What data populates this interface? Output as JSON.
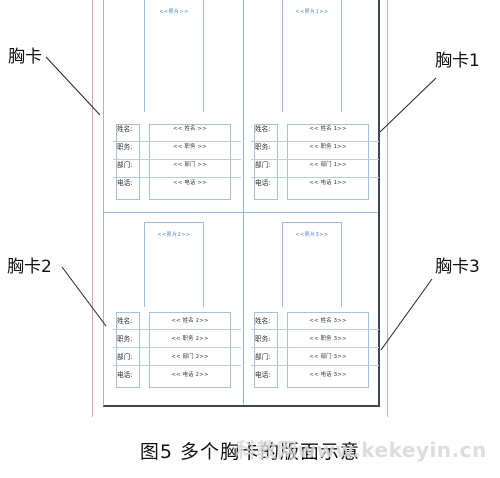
{
  "callouts": {
    "top_left": "胸卡",
    "top_right": "胸卡1",
    "bottom_left": "胸卡2",
    "bottom_right": "胸卡3"
  },
  "cards": [
    {
      "photo_field": "<<照片>>",
      "labels": [
        "姓名:",
        "职务:",
        "部门:",
        "电话:"
      ],
      "values": [
        "<< 姓名 >>",
        "<< 职务 >>",
        "<< 部门 >>",
        "<< 电话 >>"
      ]
    },
    {
      "photo_field": "<<照片1>>",
      "labels": [
        "姓名:",
        "职务:",
        "部门:",
        "电话:"
      ],
      "values": [
        "<< 姓名 1>>",
        "<< 职务 1>>",
        "<< 部门 1>>",
        "<< 电话 1>>"
      ]
    },
    {
      "photo_field": "<<照片2>>",
      "labels": [
        "姓名:",
        "职务:",
        "部门:",
        "电话:"
      ],
      "values": [
        "<< 姓名 2>>",
        "<< 职务 2>>",
        "<< 部门 2>>",
        "<< 电话 2>>"
      ]
    },
    {
      "photo_field": "<<照片3>>",
      "labels": [
        "姓名:",
        "职务:",
        "部门:",
        "电话:"
      ],
      "values": [
        "<< 姓名 3>>",
        "<< 职务 3>>",
        "<< 部门 3>>",
        "<< 电话 3>>"
      ]
    }
  ],
  "caption": "图5  多个胸卡的版面示意",
  "watermark": "科教网www.kekeyin.cn"
}
